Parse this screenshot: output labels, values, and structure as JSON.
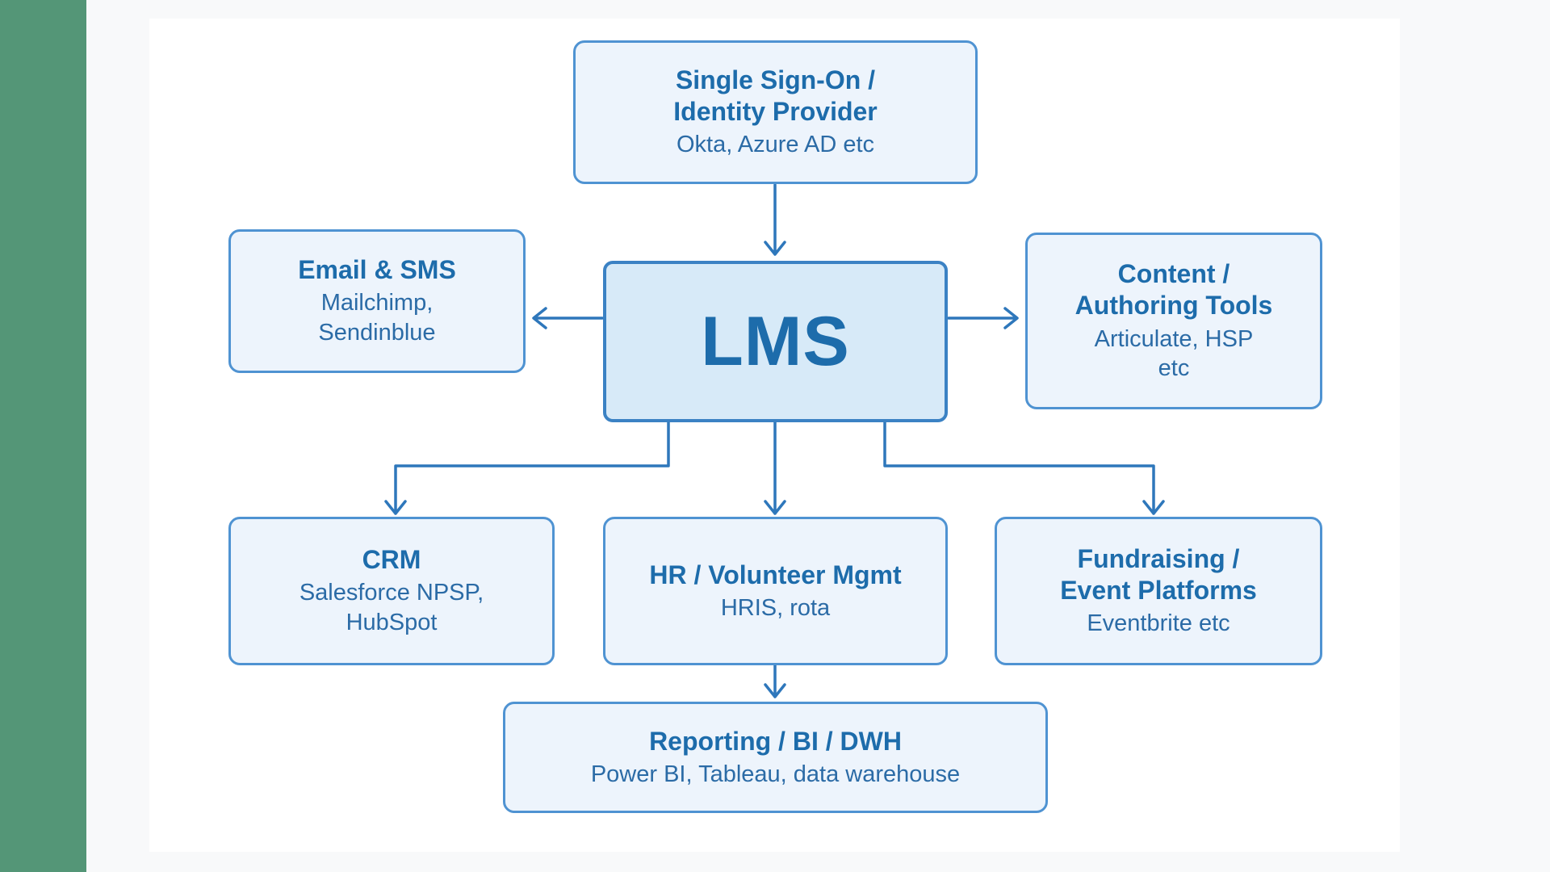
{
  "colors": {
    "page_bg": "#f8f9fa",
    "sidebar": "#549677",
    "canvas_bg": "#ffffff",
    "node_border": "#4f93d2",
    "node_fill": "#edf4fc",
    "lms_border": "#3b82c4",
    "lms_fill": "#d7eaf8",
    "title_text": "#1d6cab",
    "subtitle_text": "#2b6ba6",
    "connector": "#2e77bb"
  },
  "diagram": {
    "nodes": {
      "sso": {
        "title": "Single Sign-On /\nIdentity Provider",
        "subtitle": "Okta, Azure AD etc"
      },
      "email_sms": {
        "title": "Email & SMS",
        "subtitle": "Mailchimp,\nSendinblue"
      },
      "lms": {
        "title": "LMS"
      },
      "content_authoring": {
        "title": "Content /\nAuthoring Tools",
        "subtitle": "Articulate, HSP\netc"
      },
      "crm": {
        "title": "CRM",
        "subtitle": "Salesforce NPSP,\nHubSpot"
      },
      "hr_volunteer": {
        "title": "HR / Volunteer Mgmt",
        "subtitle": "HRIS, rota"
      },
      "fundraising_events": {
        "title": "Fundraising /\nEvent Platforms",
        "subtitle": "Eventbrite etc"
      },
      "reporting": {
        "title": "Reporting / BI / DWH",
        "subtitle": "Power BI, Tableau, data warehouse"
      }
    }
  }
}
